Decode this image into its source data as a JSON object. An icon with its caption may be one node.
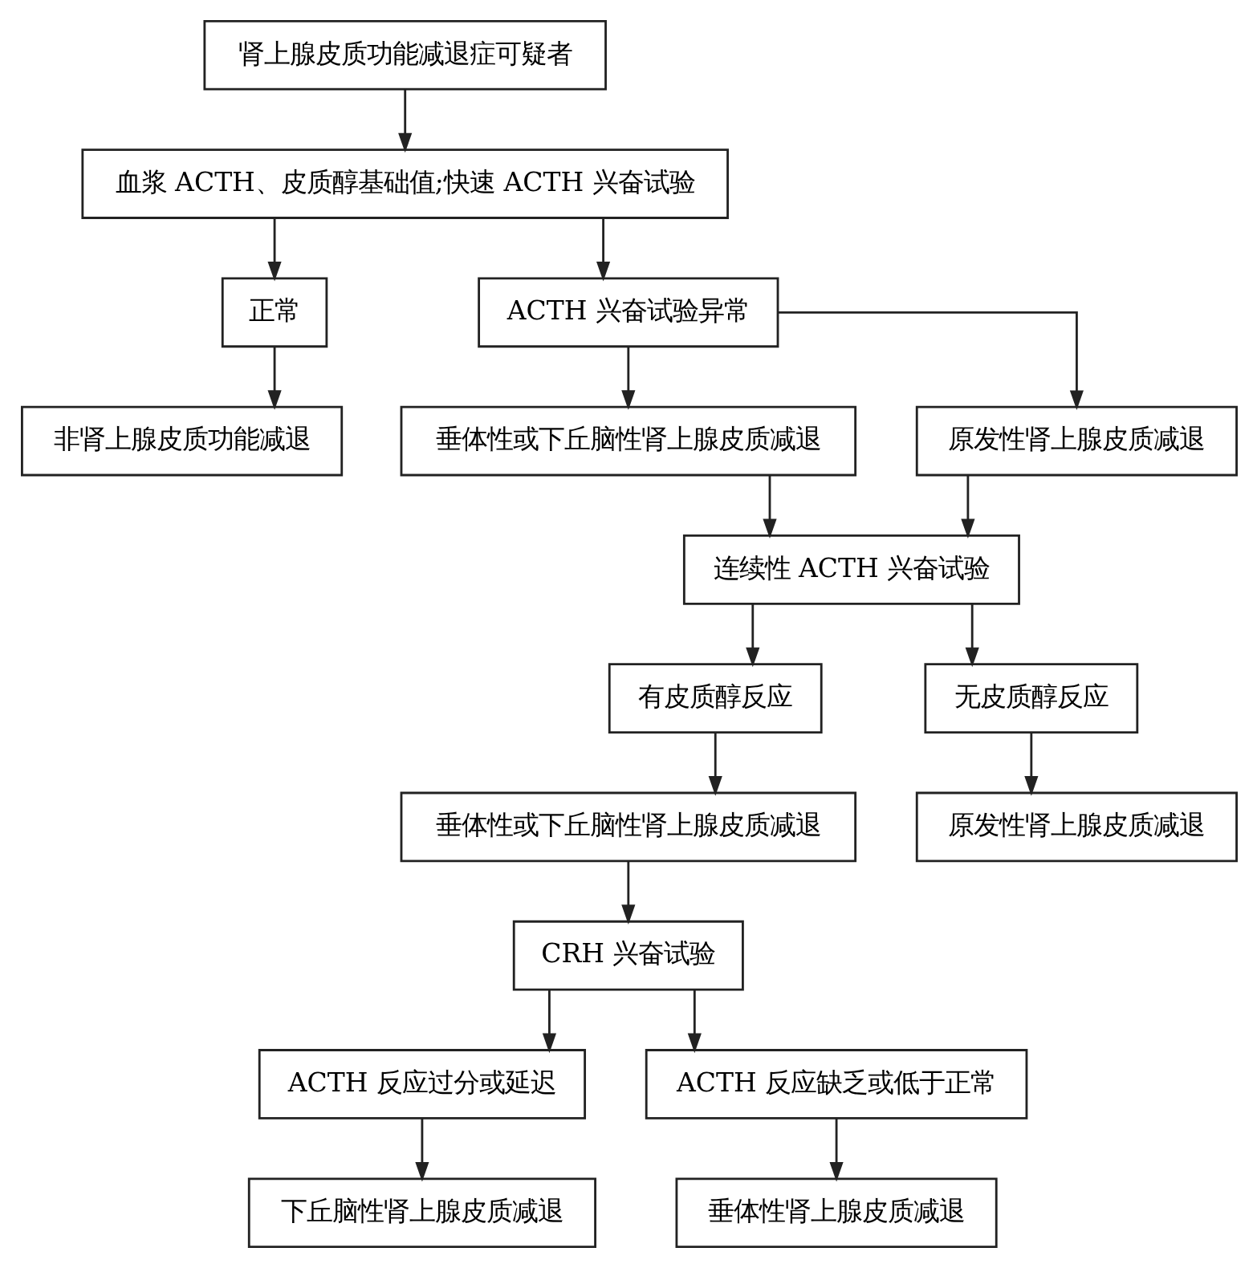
{
  "diagram": {
    "nodes": [
      {
        "text": [
          "肾上腺皮质功能减退症可疑者"
        ]
      },
      {
        "text": [
          "血浆 ACTH、皮质醇基础值;快速 ACTH 兴奋试验"
        ]
      },
      {
        "text": [
          "正常"
        ]
      },
      {
        "text": [
          "ACTH 兴奋试验异常"
        ]
      },
      {
        "text": [
          "非肾上腺皮质功能减退"
        ]
      },
      {
        "text": [
          "垂体性或下丘脑性肾上腺皮质减退"
        ]
      },
      {
        "text": [
          "原发性肾上腺皮质减退"
        ]
      },
      {
        "text": [
          "连续性 ACTH 兴奋试验"
        ]
      },
      {
        "text": [
          "有皮质醇反应"
        ]
      },
      {
        "text": [
          "无皮质醇反应"
        ]
      },
      {
        "text": [
          "垂体性或下丘脑性肾上腺皮质减退"
        ]
      },
      {
        "text": [
          "原发性肾上腺皮质减退"
        ]
      },
      {
        "text": [
          "CRH 兴奋试验"
        ]
      },
      {
        "text": [
          "ACTH 反应过分或延迟"
        ]
      },
      {
        "text": [
          "ACTH 反应缺乏或低于正常"
        ]
      },
      {
        "text": [
          "下丘脑性肾上腺皮质减退"
        ]
      },
      {
        "text": [
          "垂体性肾上腺皮质减退"
        ]
      }
    ],
    "edges": [
      {
        "from": 0,
        "to": 1,
        "arrow": "to"
      },
      {
        "from": 1,
        "to": 2,
        "arrow": "to"
      },
      {
        "from": 1,
        "to": 3,
        "arrow": "to"
      },
      {
        "from": 2,
        "to": 4,
        "arrow": "to"
      },
      {
        "from": 3,
        "to": 5,
        "arrow": "to"
      },
      {
        "from": 3,
        "to": 6,
        "arrow": "to"
      },
      {
        "from": 5,
        "to": 7,
        "arrow": "to"
      },
      {
        "from": 6,
        "to": 7,
        "arrow": "to"
      },
      {
        "from": 7,
        "to": 8,
        "arrow": "to"
      },
      {
        "from": 7,
        "to": 9,
        "arrow": "to"
      },
      {
        "from": 8,
        "to": 10,
        "arrow": "to"
      },
      {
        "from": 9,
        "to": 11,
        "arrow": "to"
      },
      {
        "from": 10,
        "to": 12,
        "arrow": "to"
      },
      {
        "from": 12,
        "to": 13,
        "arrow": "to"
      },
      {
        "from": 12,
        "to": 14,
        "arrow": "to"
      },
      {
        "from": 13,
        "to": 15,
        "arrow": "to"
      },
      {
        "from": 14,
        "to": 16,
        "arrow": "to"
      }
    ]
  }
}
